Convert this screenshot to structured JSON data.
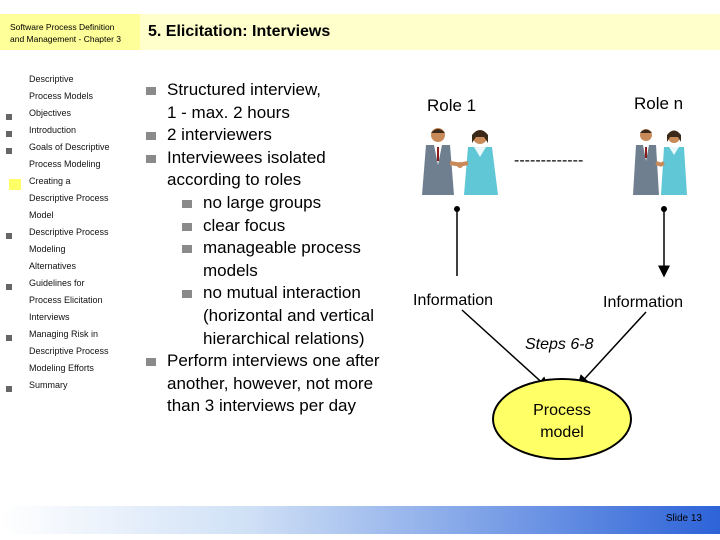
{
  "header": {
    "course_line1": "Software Process Definition",
    "course_line2": "and Management - Chapter 3",
    "title": "5. Elicitation: Interviews"
  },
  "nav": {
    "items": [
      {
        "lines": [
          "Descriptive",
          "Process Models"
        ],
        "bullet": false,
        "active": false
      },
      {
        "lines": [
          "Objectives"
        ],
        "bullet": true,
        "active": false
      },
      {
        "lines": [
          "Introduction"
        ],
        "bullet": true,
        "active": false
      },
      {
        "lines": [
          "Goals of Descriptive",
          "Process Modeling"
        ],
        "bullet": true,
        "active": false
      },
      {
        "lines": [
          "Creating a",
          "Descriptive Process",
          "Model"
        ],
        "bullet": true,
        "active": true
      },
      {
        "lines": [
          "Descriptive Process",
          "Modeling",
          "Alternatives"
        ],
        "bullet": true,
        "active": false
      },
      {
        "lines": [
          "Guidelines for",
          "Process Elicitation",
          "Interviews"
        ],
        "bullet": true,
        "active": false
      },
      {
        "lines": [
          "Managing Risk in",
          "Descriptive Process",
          "Modeling Efforts"
        ],
        "bullet": true,
        "active": false
      },
      {
        "lines": [
          "Summary"
        ],
        "bullet": true,
        "active": false
      }
    ]
  },
  "content": {
    "bullets": [
      {
        "lines": [
          "Structured interview,",
          "1 - max. 2 hours"
        ]
      },
      {
        "lines": [
          "2 interviewers"
        ]
      },
      {
        "lines": [
          "Interviewees isolated",
          "according to roles"
        ],
        "sub": [
          {
            "lines": [
              "no large groups"
            ]
          },
          {
            "lines": [
              "clear focus"
            ]
          },
          {
            "lines": [
              "manageable process",
              "models"
            ]
          },
          {
            "lines": [
              "no mutual interaction",
              "(horizontal and vertical",
              "hierarchical relations)"
            ]
          }
        ]
      },
      {
        "lines": [
          "Perform interviews one after",
          "another, however, not more",
          "than 3 interviews per day"
        ]
      }
    ]
  },
  "diagram": {
    "role1": "Role 1",
    "role_n": "Role n",
    "dashes": "-------------",
    "info_left": "Information",
    "info_right": "Information",
    "steps": "Steps 6-8",
    "process_model_line1": "Process",
    "process_model_line2": "model",
    "colors": {
      "model_fill": "#ffff66",
      "header": "#ffffcc",
      "footer_end": "#2d63d8"
    },
    "people_icons": [
      "handshake-people-icon",
      "handshake-people-icon"
    ]
  },
  "footer": {
    "slide": "Slide 13"
  }
}
